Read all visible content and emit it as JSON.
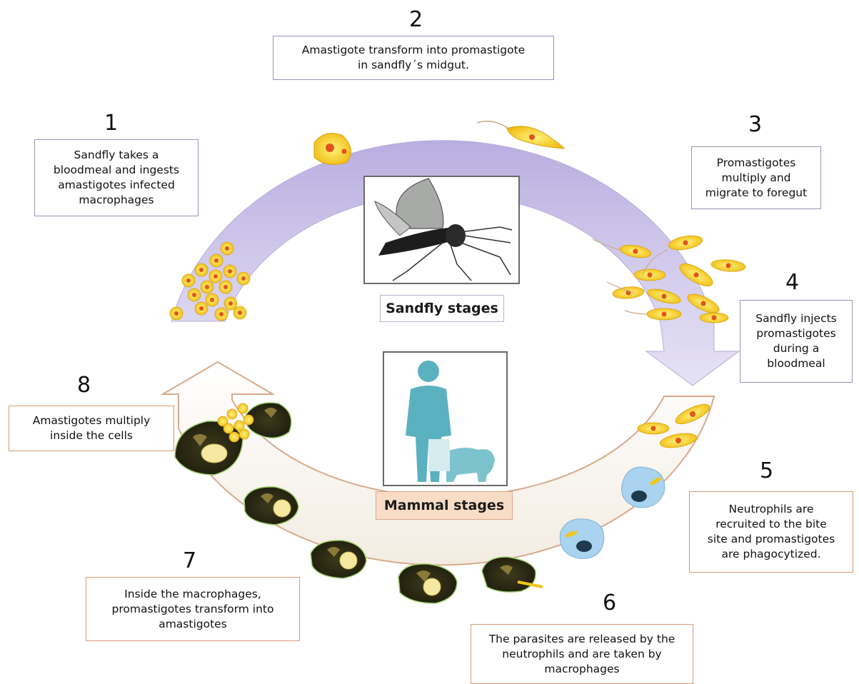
{
  "stages": {
    "sandfly_label": "Sandfly stages",
    "mammal_label": "Mammal stages"
  },
  "steps": [
    {
      "number": "1",
      "text": "Sandfly takes a\nbloodmeal and ingests\namastigotes infected\nmacrophages"
    },
    {
      "number": "2",
      "text": "Amastigote transform into promastigote\nin sandfly´s midgut."
    },
    {
      "number": "3",
      "text": "Promastigotes\nmultiply and\nmigrate to foregut"
    },
    {
      "number": "4",
      "text": "Sandfly injects\npromastigotes\nduring a\nbloodmeal"
    },
    {
      "number": "5",
      "text": "Neutrophils are\nrecruited to the bite\nsite and promastigotes\nare phagocytized."
    },
    {
      "number": "6",
      "text": "The parasites are released by the\nneutrophils and are taken by\nmacrophages"
    },
    {
      "number": "7",
      "text": "Inside the macrophages,\npromastigotes transform into\namastigotes"
    },
    {
      "number": "8",
      "text": "Amastigotes multiply\ninside the cells"
    }
  ],
  "colors": {
    "sandfly_arc": "#c9c0e6",
    "mammal_arc": "#f6efe6",
    "mammal_arc_border": "#d9a98a",
    "parasite": "#f2c61a",
    "parasite_nucleus": "#e2541b",
    "macrophage": "#2b2a14",
    "neutrophil": "#a9d3ee",
    "human_silhouette": "#5ab1c0"
  }
}
